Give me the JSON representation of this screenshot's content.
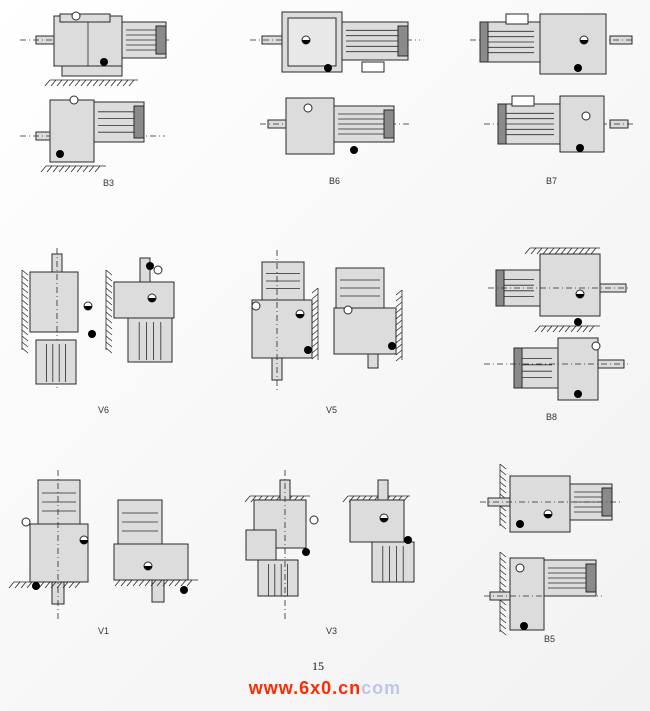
{
  "mounting_labels": [
    "B3",
    "B6",
    "B7",
    "V6",
    "V5",
    "B8",
    "V1",
    "V3",
    "B5"
  ],
  "page_number": "15",
  "watermark": {
    "prefix": "www.",
    "main": "www.6x0.cn",
    "suffix": "com"
  },
  "colors": {
    "line": "#2a2a2a",
    "fill": "#dcdcdc",
    "dark": "#8a8a8a",
    "hatch": "#333333",
    "dot": "#000000",
    "watermark": "#ff2a00"
  }
}
